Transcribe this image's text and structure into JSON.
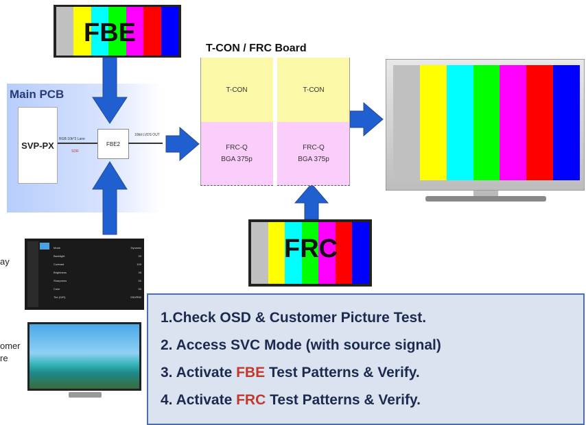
{
  "fbe_label": "FBE",
  "frc_label": "FRC",
  "main_pcb": {
    "title": "Main PCB",
    "svp_label": "SVP-PX",
    "fbe2_label": "FBE2",
    "lvds_in_label": "RGB 10b*3 Lane",
    "sdr_label": "SDR",
    "lvds_out_label": "10bit LVDS OUT"
  },
  "tcon_board": {
    "title": "T-CON / FRC Board",
    "tcon_label": "T-CON",
    "frcq_label": "FRC-Q",
    "bga_label": "BGA 375p"
  },
  "osd": {
    "caption_partial": "ay",
    "menu_rows": [
      "Mode",
      "Backlight",
      "Contrast",
      "Brightness",
      "Sharpness",
      "Color",
      "Tint (G/R)"
    ],
    "menu_values": [
      "Dynamic",
      "20",
      "100",
      "45",
      "50",
      "50",
      "G50/R50"
    ]
  },
  "customer": {
    "caption_line1": "omer",
    "caption_line2": "re"
  },
  "steps": [
    {
      "prefix": "1.Check OSD & Customer Picture Test.",
      "highlight": "",
      "suffix": ""
    },
    {
      "prefix": "2. Access SVC Mode (with source signal)",
      "highlight": "",
      "suffix": ""
    },
    {
      "prefix": "3. Activate ",
      "highlight": "FBE",
      "suffix": " Test Patterns & Verify."
    },
    {
      "prefix": "4. Activate ",
      "highlight": "FRC",
      "suffix": " Test Patterns & Verify."
    }
  ],
  "colors": {
    "bar_colors": [
      "#c0c0c0",
      "#ffff00",
      "#00ffff",
      "#00ff00",
      "#ff00ff",
      "#ff0000",
      "#0000ff"
    ],
    "arrow": "#1f5fcf",
    "highlight_red": "#c0392b"
  }
}
